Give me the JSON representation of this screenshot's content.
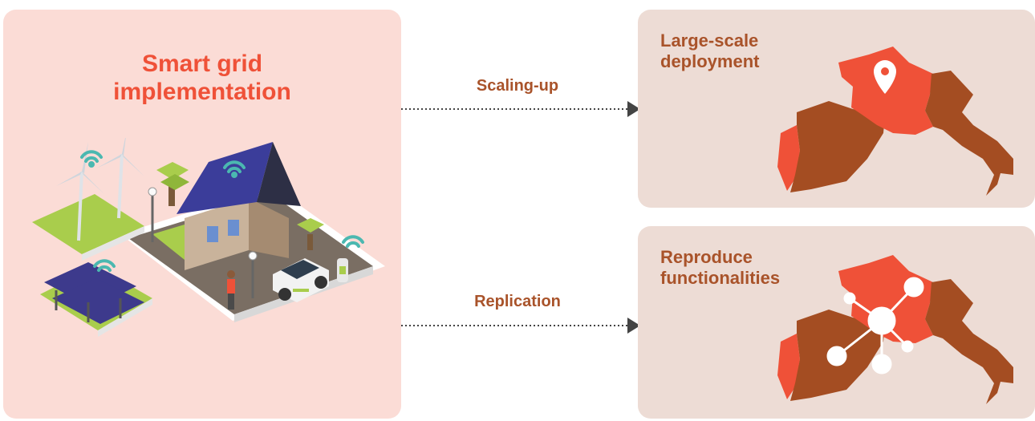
{
  "left_panel": {
    "title_lines": [
      "Smart grid",
      "implementation"
    ]
  },
  "connectors": [
    {
      "label": "Scaling-up"
    },
    {
      "label": "Replication"
    }
  ],
  "right_panels": [
    {
      "title_lines": [
        "Large-scale",
        "deployment"
      ]
    },
    {
      "title_lines": [
        "Reproduce",
        "functionalities"
      ]
    }
  ],
  "colors": {
    "left_panel_bg": "#fbdcd6",
    "right_panel_bg": "#eddcd5",
    "accent_red": "#ef5138",
    "brown": "#a9532a",
    "map_brown": "#a44d22",
    "arrow": "#444444"
  },
  "icons": [
    "wifi-icon",
    "location-pin-icon",
    "network-hub-icon",
    "wind-turbine-icon",
    "solar-panel-icon",
    "electric-car-icon"
  ]
}
